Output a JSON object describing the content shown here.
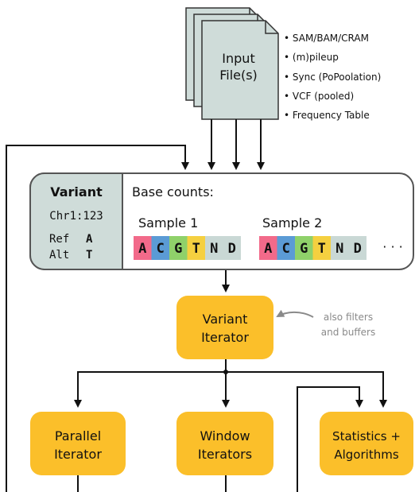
{
  "input": {
    "label_line1": "Input",
    "label_line2": "File(s)",
    "formats": [
      "• SAM/BAM/CRAM",
      "• (m)pileup",
      "• Sync (PoPoolation)",
      "• VCF (pooled)",
      "• Frequency Table"
    ]
  },
  "variant": {
    "title": "Variant",
    "position": "Chr1:123",
    "ref_label": "Ref",
    "ref_value": "A",
    "alt_label": "Alt",
    "alt_value": "T"
  },
  "base_counts": {
    "heading": "Base counts:",
    "sample1": "Sample 1",
    "sample2": "Sample 2",
    "ellipsis": "· · ·",
    "bases": [
      "A",
      "C",
      "G",
      "T",
      "N",
      "D"
    ],
    "base_colors": [
      "#f26a8a",
      "#5b9bd5",
      "#8fd16a",
      "#f5d040",
      "#c9d8d5",
      "#c9d8d5"
    ]
  },
  "variant_iterator": {
    "line1": "Variant",
    "line2": "Iterator"
  },
  "note": {
    "line1": "also filters",
    "line2": "and buffers"
  },
  "parallel_iterator": {
    "line1": "Parallel",
    "line2": "Iterator"
  },
  "window_iterators": {
    "line1": "Window",
    "line2": "Iterators"
  },
  "statistics": {
    "line1": "Statistics +",
    "line2": "Algorithms"
  },
  "colors": {
    "panel_fill": "#cfdcd9",
    "node_fill": "#fbbf2a",
    "stroke": "#444444"
  }
}
